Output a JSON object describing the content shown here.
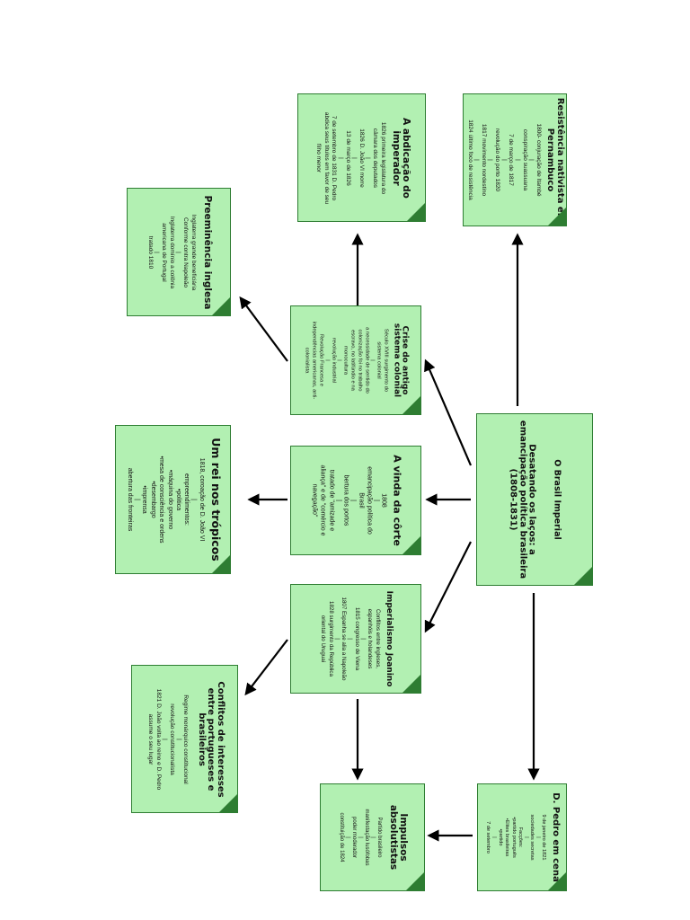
{
  "notes": {
    "center": {
      "title": "O Brasil Imperial",
      "subtitle": "Desatando os laços: a emancipação política brasileira (1808-1831)"
    },
    "resistencia": {
      "title": "Resistência nativista em Pernambuco",
      "lines": [
        "1800- conjuração de Itambé",
        "|",
        "conspiração suassuana",
        "|",
        "7 de março de 1817",
        "|",
        "revolução do porto 1820",
        "|",
        "1817 movimento nordestino",
        "|",
        "1824 último foco de resistência"
      ]
    },
    "abdicacao": {
      "title": "A abdicação do imperador",
      "lines": [
        "1826 primeira legislatura do",
        "câmara dos deputados",
        "|",
        "1826 D. João VI morre",
        "|",
        "13 de março de 1826",
        "|",
        "7 de setembro de 1831 D. Pedro",
        "abdica seus títulos em favor de seu",
        "filho menor"
      ]
    },
    "preeminencia": {
      "title": "Preeminência inglesa",
      "lines": [
        "Inglaterra grande beneficiária",
        "Conforme contra Napoleão",
        "|",
        "Inglaterra domínio a colônia",
        "americana de Portugal",
        "|",
        "tratado 1810"
      ]
    },
    "crise": {
      "title": "Crise do antigo sistema colonial",
      "lines": [
        "Século XVIII surgimento do",
        "sistema colonial",
        "|",
        "a necessidade de sentido do",
        "colonização foi no trabalho",
        "escravo, no latifúndio e na",
        "monocultura",
        "|",
        "revolução industrial",
        "|",
        "Revolução Francesa e",
        "independências americanas, anti-",
        "colonialista"
      ]
    },
    "vinda": {
      "title": "A vinda da côrte",
      "lines": [
        "1808",
        "|",
        "emancipação política do",
        "Brasil",
        "|",
        "bertura dos portos",
        "|",
        "tratado de \"amizade e",
        "aliança\" e de \"comércio e",
        "navegação\""
      ]
    },
    "rei": {
      "title": "Um rei nos trópicos",
      "lines": [
        "1818, coroação de D. João VI",
        "|",
        "empreendimentos:"
      ],
      "bullets": [
        "politica",
        "máquina do governo",
        "mesa de consciência e ordens",
        "desembargo",
        "imprensa"
      ],
      "tail": [
        "|",
        "abertura das fronteiras"
      ]
    },
    "imperialismo": {
      "title": "Imperialismo Joanino",
      "lines": [
        "Conflitos entre ingleses,",
        "espanhóis e holandeses",
        "|",
        "1815 congresso de Viena",
        "|",
        "1807 Espanha se alia a Napoleão",
        "|",
        "1828 surgimento da República",
        "oriental do Uruguai"
      ]
    },
    "conflitos": {
      "title": "Conflitos de interesses entre portugueses e brasileiros",
      "lines": [
        "Regime monárquico constitucional",
        "|",
        "revolução constitucionalista",
        "|",
        "1821 D. João volta ao reino e D. Pedro",
        "assume o seu lugar"
      ]
    },
    "dpedro": {
      "title": "D. Pedro em cena",
      "lines": [
        "9 de janeiro de 1821",
        "|",
        "sociedades secretas",
        "|",
        "Facções:"
      ],
      "bullets": [
        "partido português",
        "Elites brasileiras",
        "partido"
      ],
      "tail": [
        "|",
        "7 de setembro"
      ]
    },
    "impulsos": {
      "title": "Impulsos absolutistas",
      "lines": [
        "Partido brasileiro",
        "|",
        "manifestação lusófobas",
        "|",
        "poder moderador",
        "|",
        "constituição de 1824"
      ]
    }
  }
}
